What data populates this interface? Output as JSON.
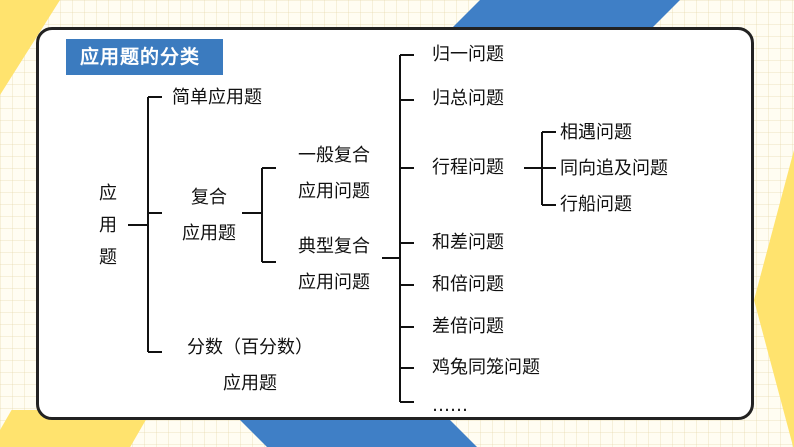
{
  "title": "应用题的分类",
  "root": "应用题",
  "level1": {
    "simple": "简单应用题",
    "compound": "复合\n应用题",
    "fraction": "分数（百分数）\n应用题"
  },
  "level2": {
    "general": "一般复合\n应用问题",
    "typical": "典型复合\n应用问题"
  },
  "typical_items": {
    "guiyi": "归一问题",
    "guizong": "归总问题",
    "xingcheng": "行程问题",
    "hecha": "和差问题",
    "hebei": "和倍问题",
    "chabei": "差倍问题",
    "jitu": "鸡兔同笼问题",
    "more": "……"
  },
  "travel_items": {
    "xiangyu": "相遇问题",
    "tongxiang": "同向追及问题",
    "xingchuan": "行船问题"
  },
  "colors": {
    "badge": "#3b7bbf",
    "accent_yellow": "#ffe36e",
    "accent_blue": "#3f7fc6"
  }
}
